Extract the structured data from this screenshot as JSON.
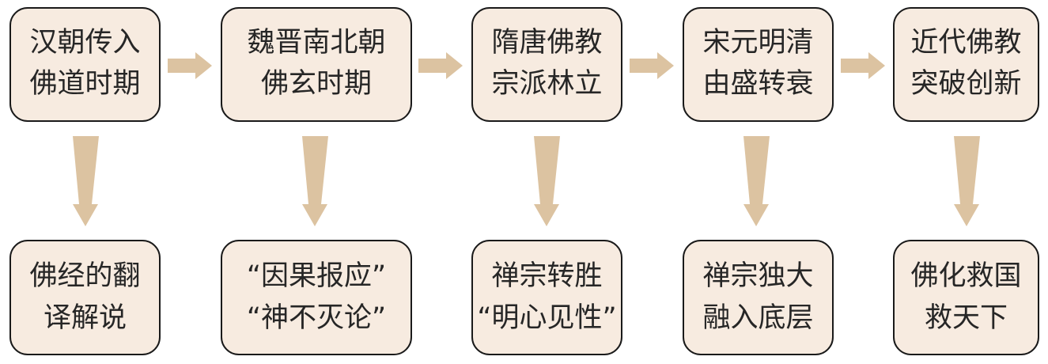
{
  "colors": {
    "box_fill": "#f7ebe0",
    "box_stroke": "#1a1a1a",
    "text": "#262626",
    "arrow": "#dcc3a1"
  },
  "stages": [
    {
      "line1": "汉朝传入",
      "line2": "佛道时期"
    },
    {
      "line1": "魏晋南北朝",
      "line2": "佛玄时期"
    },
    {
      "line1": "隋唐佛教",
      "line2": "宗派林立"
    },
    {
      "line1": "宋元明清",
      "line2": "由盛转衰"
    },
    {
      "line1": "近代佛教",
      "line2": "突破创新"
    }
  ],
  "outcomes": [
    {
      "line1": "佛经的翻",
      "line2": "译解说"
    },
    {
      "line1": "“因果报应”",
      "line2": "“神不灭论”"
    },
    {
      "line1": "禅宗转胜",
      "line2": "“明心见性”"
    },
    {
      "line1": "禅宗独大",
      "line2": "融入底层"
    },
    {
      "line1": "佛化救国",
      "line2": "救天下"
    }
  ]
}
